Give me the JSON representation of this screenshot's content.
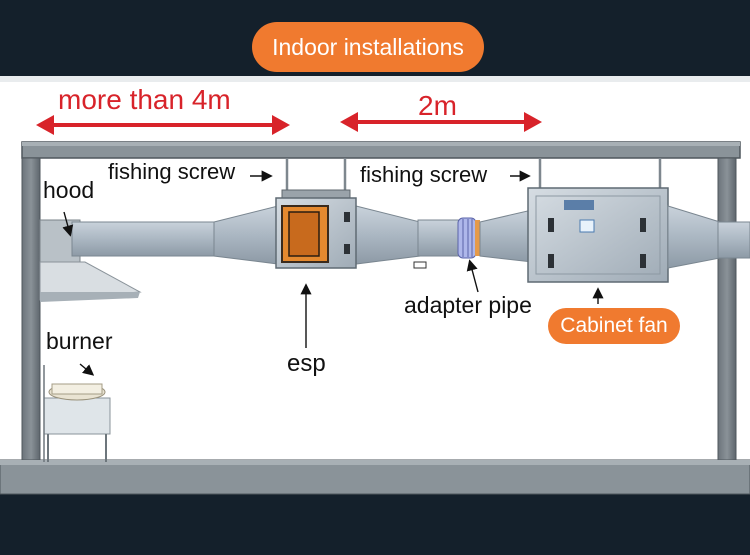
{
  "banner": {
    "title": "Indoor installations",
    "color": "#f07a2f"
  },
  "dimensions": {
    "left": "more than 4m",
    "right": "2m",
    "color": "#d8232a"
  },
  "labels": {
    "fishing_screw_left": "fishing screw",
    "fishing_screw_right": "fishing screw",
    "hood": "hood",
    "burner": "burner",
    "esp": "esp",
    "adapter_pipe": "adapter pipe",
    "cabinet_fan": "Cabinet fan"
  },
  "icons": [
    "arrow-icon",
    "duct-pipe",
    "esp-unit",
    "cabinet-fan-unit",
    "range-hood",
    "burner-stove"
  ]
}
